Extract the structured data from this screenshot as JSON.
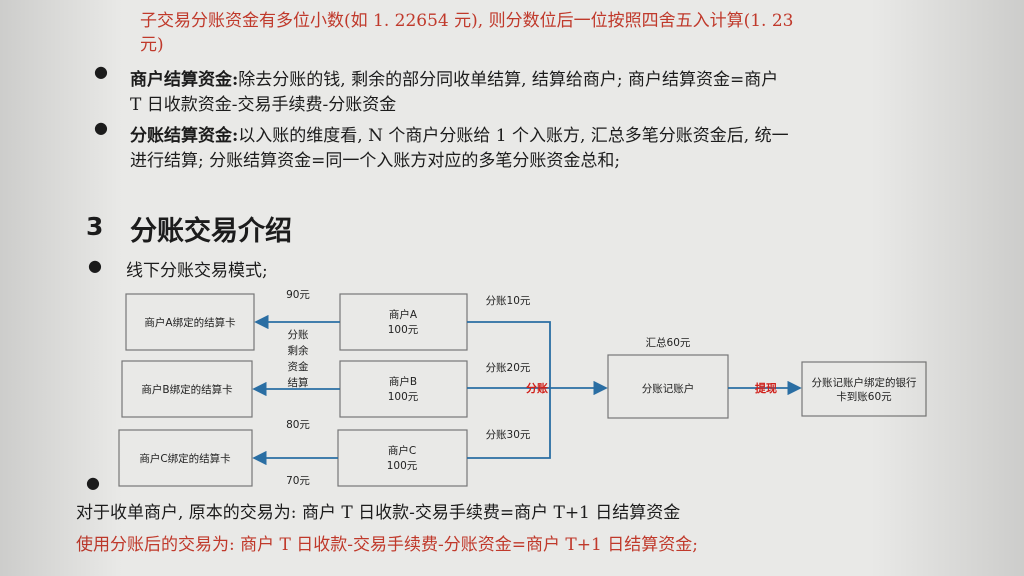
{
  "top_text": {
    "line1": "子交易分账资金有多位小数(如 1. 22654 元), 则分数位后一位按照四舍五入计算(1. 23",
    "line2": "元)"
  },
  "bullets": [
    {
      "term": "商户结算资金:",
      "line1": "除去分账的钱, 剩余的部分同收单结算, 结算给商户; 商户结算资金=商户",
      "line2": "T 日收款资金-交易手续费-分账资金"
    },
    {
      "term": "分账结算资金:",
      "line1": "以入账的维度看, N 个商户分账给 1 个入账方, 汇总多笔分账资金后, 统一",
      "line2": "进行结算; 分账结算资金=同一个入账方对应的多笔分账资金总和;"
    }
  ],
  "section": {
    "number": "3",
    "title": "分账交易介绍"
  },
  "sub_bullet": "线下分账交易模式;",
  "diagram": {
    "card_a": "商户A绑定的结算卡",
    "card_b": "商户B绑定的结算卡",
    "card_c": "商户C绑定的结算卡",
    "merchant_a_name": "商户A",
    "merchant_a_amount": "100元",
    "merchant_b_name": "商户B",
    "merchant_b_amount": "100元",
    "merchant_c_name": "商户C",
    "merchant_c_amount": "100元",
    "remain_1": "分账",
    "remain_2": "剩余",
    "remain_3": "资金",
    "remain_4": "结算",
    "amount_a": "90元",
    "amount_b": "80元",
    "amount_c": "70元",
    "split_a": "分账10元",
    "split_b": "分账20元",
    "split_c": "分账30元",
    "split_label": "分账",
    "total": "汇总60元",
    "ledger": "分账记账户",
    "withdraw": "提现",
    "final_1": "分账记账户绑定的银行",
    "final_2": "卡到账60元"
  },
  "bottom": {
    "line1": "对于收单商户, 原本的交易为: 商户 T 日收款-交易手续费=商户 T+1 日结算资金",
    "line2": "使用分账后的交易为: 商户 T 日收款-交易手续费-分账资金=商户 T+1 日结算资金;"
  }
}
